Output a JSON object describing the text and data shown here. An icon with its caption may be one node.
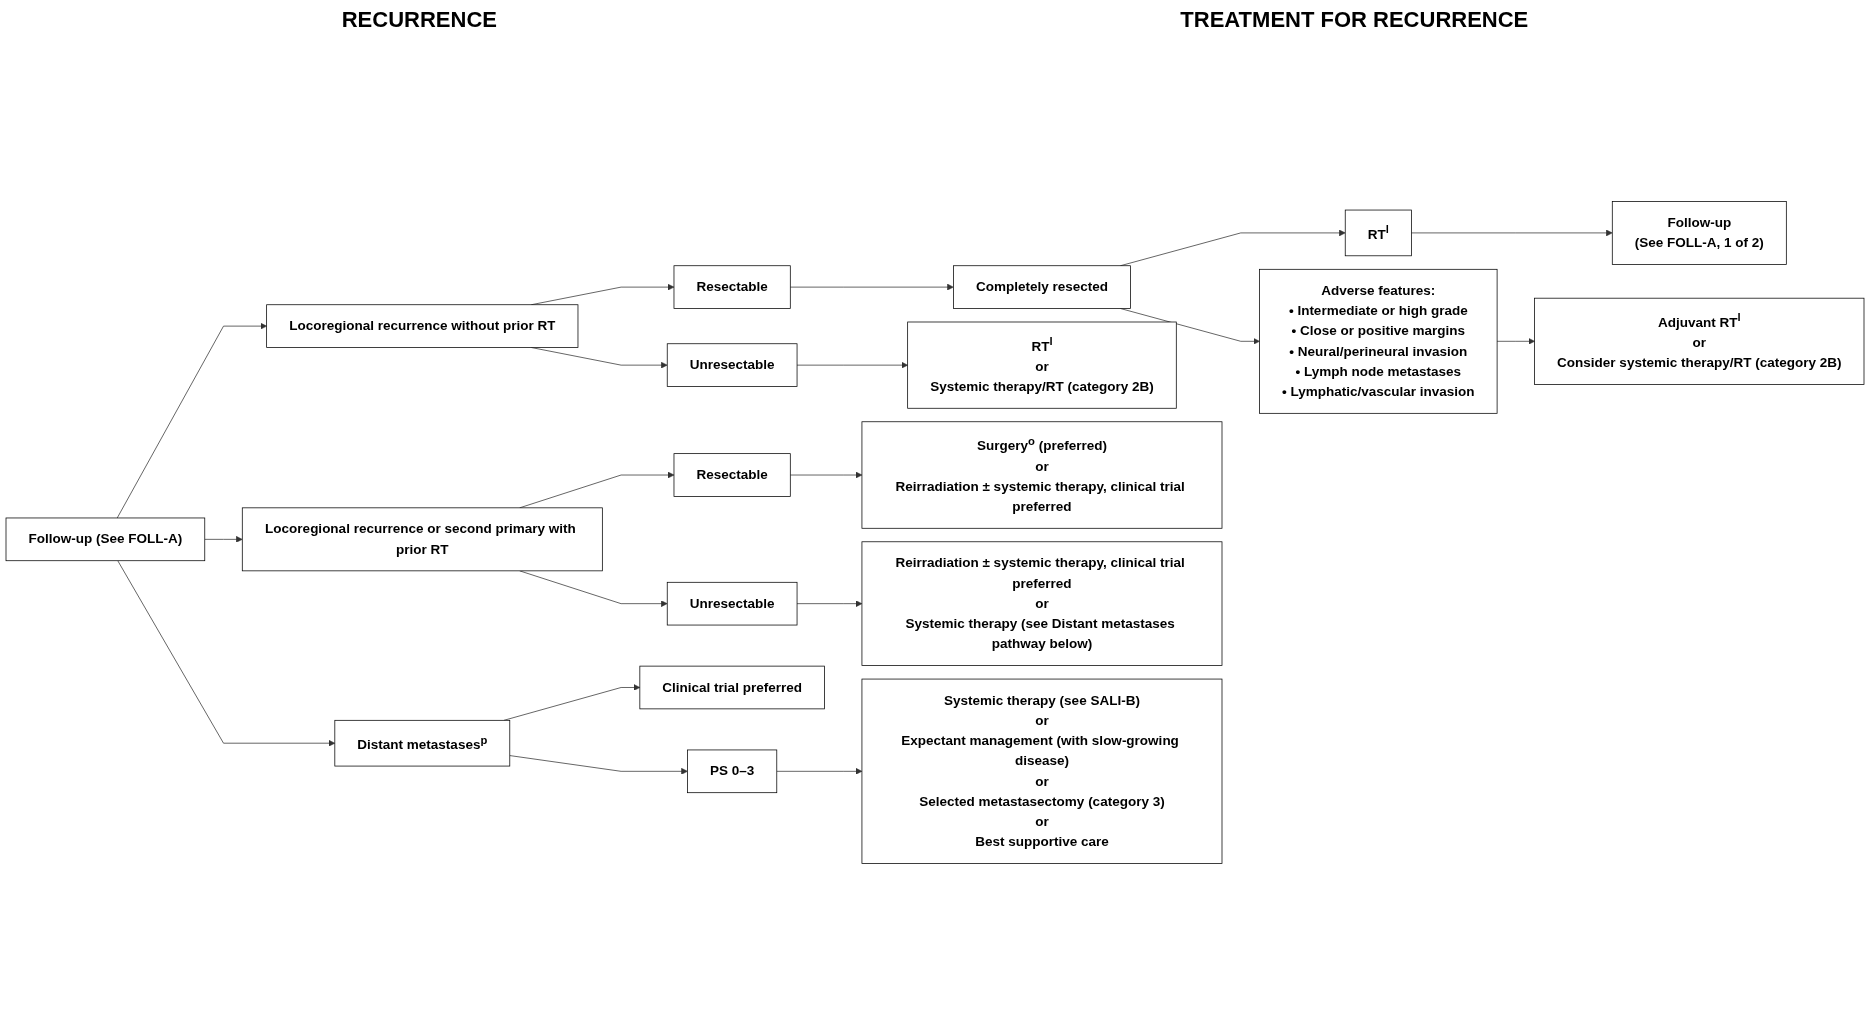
{
  "diagram": {
    "nodes": [
      {
        "text": [
          "Follow-up (See FOLL-A)"
        ]
      },
      {
        "text": [
          "Locoregional recurrence without prior RT"
        ]
      },
      {
        "text": [
          "Resectable"
        ]
      },
      {
        "text": [
          "Completely resected"
        ]
      },
      {
        "text": [
          "RT$^{l}$"
        ]
      },
      {
        "text": [
          "Follow-up",
          "(See FOLL-A, 1 of 2)"
        ]
      },
      {
        "text": [
          "Adverse features:",
          "• Intermediate or high grade",
          "• Close or positive margins",
          "• Neural/perineural invasion",
          "• Lymph node metastases",
          "• Lymphatic/vascular invasion"
        ]
      },
      {
        "text": [
          "Adjuvant RT$^{l}$",
          "or",
          "Consider systemic therapy/RT (category 2B)"
        ]
      },
      {
        "text": [
          "Unresectable"
        ]
      },
      {
        "text": [
          "RT$^{l}$",
          "or",
          "Systemic therapy/RT (category 2B)"
        ]
      },
      {
        "text": [
          "Locoregional recurrence or second primary with prior RT"
        ]
      },
      {
        "text": [
          "Resectable"
        ]
      },
      {
        "text": [
          "Surgery$^{o}$ (preferred)",
          "or",
          "Reirradiation ± systemic therapy, clinical trial preferred"
        ]
      },
      {
        "text": [
          "Unresectable"
        ]
      },
      {
        "text": [
          "Reirradiation ± systemic therapy, clinical trial preferred",
          "or",
          "Systemic therapy (see Distant metastases pathway below)"
        ]
      },
      {
        "text": [
          "Distant metastases$^{p}$"
        ]
      },
      {
        "text": [
          "Clinical trial preferred"
        ]
      },
      {
        "text": [
          "PS 0–3"
        ]
      },
      {
        "text": [
          "Systemic therapy (see SALI-B)",
          "or",
          "Expectant management (with slow-growing disease)",
          "or",
          "Selected metastasectomy (category 3)",
          "or",
          "Best supportive care"
        ]
      }
    ],
    "edges": [
      {
        "from": 0,
        "to": 1,
        "arrow": "to"
      },
      {
        "from": 0,
        "to": 10,
        "arrow": "to"
      },
      {
        "from": 0,
        "to": 15,
        "arrow": "to"
      },
      {
        "from": 1,
        "to": 2,
        "arrow": "to"
      },
      {
        "from": 1,
        "to": 8,
        "arrow": "to"
      },
      {
        "from": 2,
        "to": 3,
        "arrow": "to"
      },
      {
        "from": 3,
        "to": 4,
        "arrow": "to"
      },
      {
        "from": 3,
        "to": 6,
        "arrow": "to"
      },
      {
        "from": 4,
        "to": 5,
        "arrow": "to"
      },
      {
        "from": 6,
        "to": 7,
        "arrow": "to"
      },
      {
        "from": 8,
        "to": 9,
        "arrow": "to"
      },
      {
        "from": 10,
        "to": 11,
        "arrow": "to"
      },
      {
        "from": 10,
        "to": 13,
        "arrow": "to"
      },
      {
        "from": 11,
        "to": 12,
        "arrow": "to"
      },
      {
        "from": 13,
        "to": 14,
        "arrow": "to"
      },
      {
        "from": 15,
        "to": 16,
        "arrow": "to"
      },
      {
        "from": 15,
        "to": 17,
        "arrow": "to"
      },
      {
        "from": 17,
        "to": 18,
        "arrow": "to"
      }
    ],
    "labels": [
      "RECURRENCE",
      "TREATMENT FOR RECURRENCE"
    ]
  }
}
